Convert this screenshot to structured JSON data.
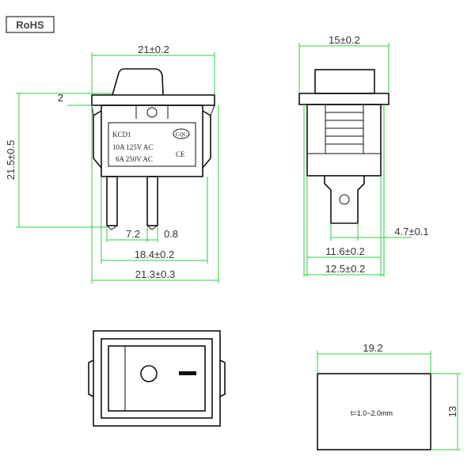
{
  "rohs": "RoHS",
  "colors": {
    "dimension_line": "#2ecc40",
    "outline": "#111111",
    "text": "#333333"
  },
  "front_view": {
    "top_width": "21±0.2",
    "rocker_offset": "2",
    "height": "21.5±0.5",
    "pin_gap": "7.2",
    "pin_width": "0.8",
    "body_width": "18.4±0.2",
    "overall_width": "21.3±0.3",
    "marking_model": "KCD1",
    "marking_rating_1": "10A  125V  AC",
    "marking_rating_2": "6A  250V  AC",
    "marking_cqc": "CQC",
    "marking_ce": "CE"
  },
  "side_view": {
    "top_width": "15±0.2",
    "terminal_width": "4.7±0.1",
    "body_width": "11.6±0.2",
    "overall_width": "12.5±0.2"
  },
  "cutout_view": {
    "width": "19.2",
    "height": "13",
    "thickness_note": "t=1.0−2.0mm"
  }
}
